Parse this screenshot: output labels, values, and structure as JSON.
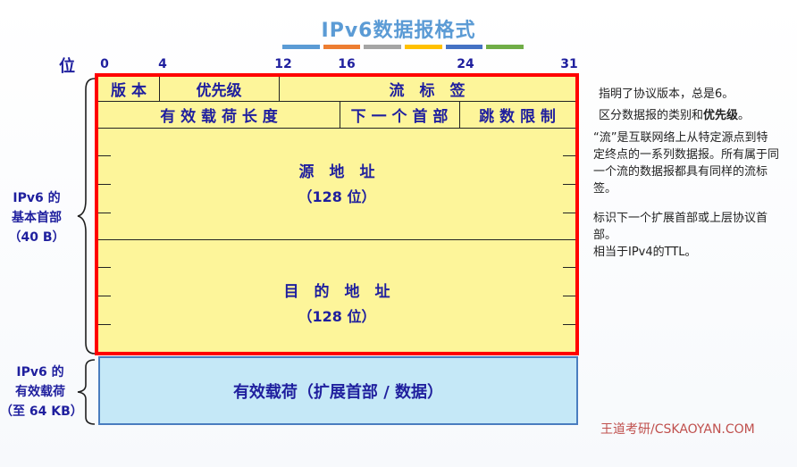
{
  "title": "IPv6数据报格式",
  "accent_colors": [
    "#5b9bd5",
    "#ed7d31",
    "#a5a5a5",
    "#ffc000",
    "#4472c4",
    "#70ad47"
  ],
  "bit_axis": {
    "label": "位",
    "ticks": [
      "0",
      "4",
      "12",
      "16",
      "24",
      "31"
    ]
  },
  "header_fields": {
    "version": "版 本",
    "priority": "优先级",
    "flow_label": "流　标　签",
    "payload_length": "有 效 载 荷 长 度",
    "next_header": "下 一 个 首 部",
    "hop_limit": "跳 数 限 制",
    "src_addr": "源　地　址",
    "src_bits": "（128 位）",
    "dst_addr": "目　的　地　址",
    "dst_bits": "（128 位）"
  },
  "payload_box": "有效载荷（扩展首部 / 数据）",
  "side_labels": {
    "base_header": [
      "IPv6 的",
      "基本首部",
      "（40 B）"
    ],
    "payload": [
      "IPv6 的",
      "有效载荷",
      "（至 64 KB）"
    ]
  },
  "notes": {
    "version": "指明了协议版本，总是6。",
    "priority_prefix": "区分数据报的类别和",
    "priority_bold": "优先级",
    "priority_suffix": "。",
    "flow_label": "“流”是互联网络上从特定源点到特定终点的一系列数据报。所有属于同一个流的数据报都具有同样的流标签。",
    "next_header": "标识下一个扩展首部或上层协议首部。",
    "hop_limit": "相当于IPv4的TTL。"
  },
  "credit": "王道考研/CSKAOYAN.COM"
}
